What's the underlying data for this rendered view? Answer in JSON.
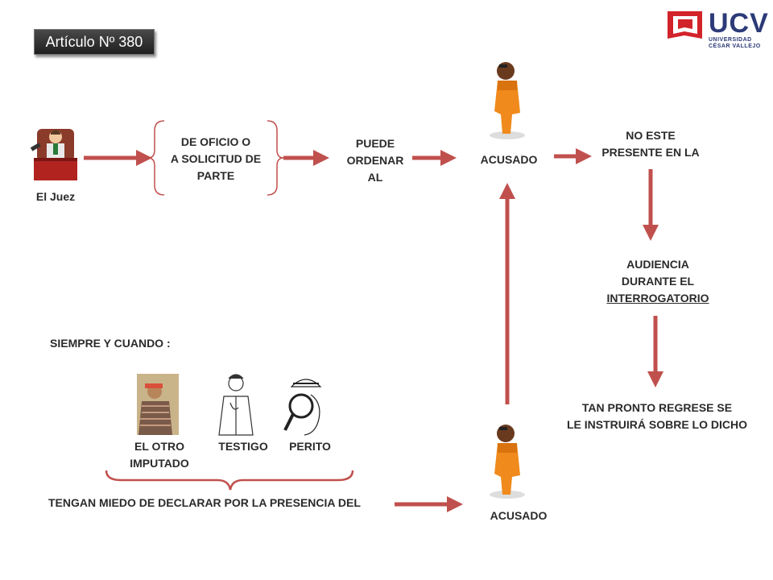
{
  "header": {
    "article": "Artículo Nº 380",
    "logo": {
      "name": "UCV",
      "line1": "UNIVERSIDAD",
      "line2": "CÉSAR VALLEJO"
    }
  },
  "flow": {
    "judge": "El Juez",
    "ex_officio_1": "DE OFICIO O",
    "ex_officio_2": "A SOLICITUD DE",
    "ex_officio_3": "PARTE",
    "may_order_1": "PUEDE",
    "may_order_2": "ORDENAR",
    "may_order_3": "AL",
    "accused_top": "ACUSADO",
    "not_present_1": "NO ESTE",
    "not_present_2": "PRESENTE EN LA",
    "hearing_1": "AUDIENCIA",
    "hearing_2": "DURANTE EL",
    "hearing_3": "INTERROGATORIO",
    "return_1": "TAN PRONTO REGRESE SE",
    "return_2": "LE INSTRUIRÁ SOBRE LO DICHO",
    "condition": "SIEMPRE Y CUANDO :",
    "other_accused_1": "EL OTRO",
    "other_accused_2": "IMPUTADO",
    "witness": "TESTIGO",
    "expert": "PERITO",
    "fear": "TENGAN MIEDO DE DECLARAR POR LA PRESENCIA DEL",
    "accused_bottom": "ACUSADO"
  },
  "colors": {
    "arrow": "#c0504d",
    "logo_red": "#d2232a",
    "logo_blue": "#2c3a78",
    "article_bg": "#2b2b2b"
  },
  "icons": [
    "judge-icon",
    "accused-figure-icon",
    "other-accused-photo",
    "witness-icon",
    "expert-icon"
  ]
}
